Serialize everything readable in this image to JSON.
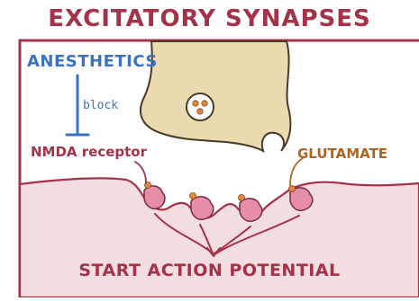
{
  "title": "EXCITATORY SYNAPSES",
  "labels": {
    "anesthetics": "ANESTHETICS",
    "block": "block",
    "nmda_receptor": "NMDA receptor",
    "glutamate": "GLUTAMATE",
    "start_action_potential": "START ACTION POTENTIAL"
  },
  "colors": {
    "frame": "#a43248",
    "presynaptic_fill": "#eadcb0",
    "postsynaptic_fill": "#f2dde0",
    "anesthetic_blue": "#3b73c4",
    "glutamate_orange": "#e6863a",
    "receptor_pink": "#e58ea6"
  }
}
